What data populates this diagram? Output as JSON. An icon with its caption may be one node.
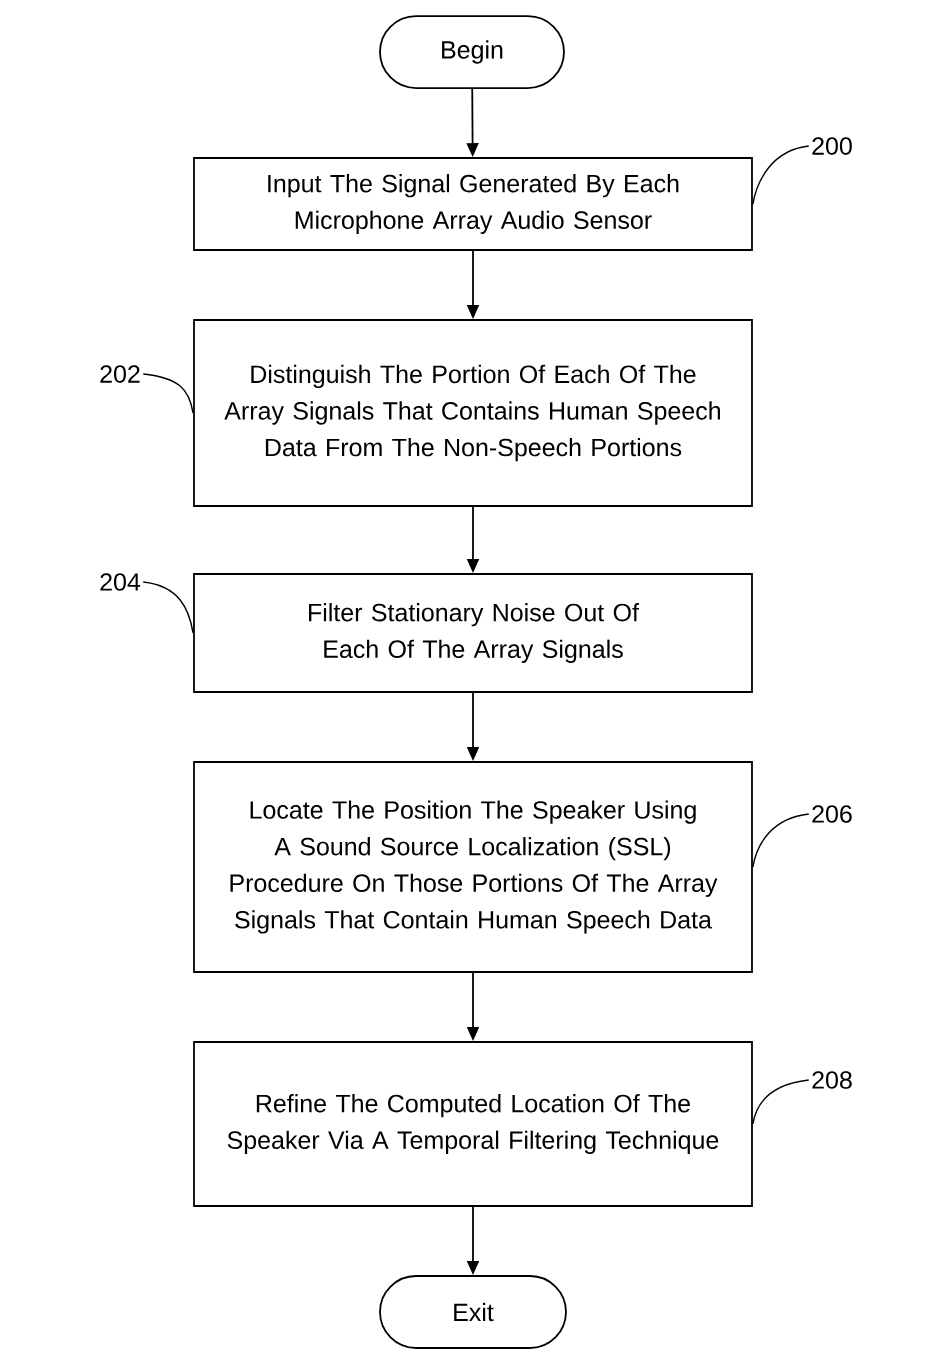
{
  "diagram": {
    "nodes": [
      {
        "text": [
          "Begin"
        ]
      },
      {
        "text": [
          "Input The Signal Generated By Each Microphone Array Audio Sensor"
        ]
      },
      {
        "text": [
          "Distinguish The Portion Of Each Of The Array Signals That Contains Human Speech Data From The Non-Speech Portions"
        ]
      },
      {
        "text": [
          "Filter Stationary Noise Out Of Each Of The Array Signals"
        ]
      },
      {
        "text": [
          "Locate The Position The Speaker  Using A Sound Source Localization (SSL) Procedure On Those Portions Of The Array Signals That Contain Human Speech Data"
        ]
      },
      {
        "text": [
          "Refine The Computed Location Of The Speaker Via A Temporal Filtering Technique"
        ]
      },
      {
        "text": [
          "Exit"
        ]
      },
      {
        "text": [
          "200"
        ]
      },
      {
        "text": [
          "202"
        ]
      },
      {
        "text": [
          "204"
        ]
      },
      {
        "text": [
          "206"
        ]
      },
      {
        "text": [
          "208"
        ]
      }
    ],
    "edges": [
      {
        "from": 0,
        "to": 1,
        "arrow": "to"
      },
      {
        "from": 1,
        "to": 2,
        "arrow": "to"
      },
      {
        "from": 2,
        "to": 3,
        "arrow": "to"
      },
      {
        "from": 3,
        "to": 4,
        "arrow": "to"
      },
      {
        "from": 4,
        "to": 5,
        "arrow": "to"
      },
      {
        "from": 5,
        "to": 6,
        "arrow": "to"
      },
      {
        "from": 7,
        "to": 1,
        "arrow": "none"
      },
      {
        "from": 8,
        "to": 2,
        "arrow": "none"
      },
      {
        "from": 9,
        "to": 3,
        "arrow": "none"
      },
      {
        "from": 10,
        "to": 4,
        "arrow": "none"
      },
      {
        "from": 11,
        "to": 5,
        "arrow": "none"
      }
    ]
  }
}
